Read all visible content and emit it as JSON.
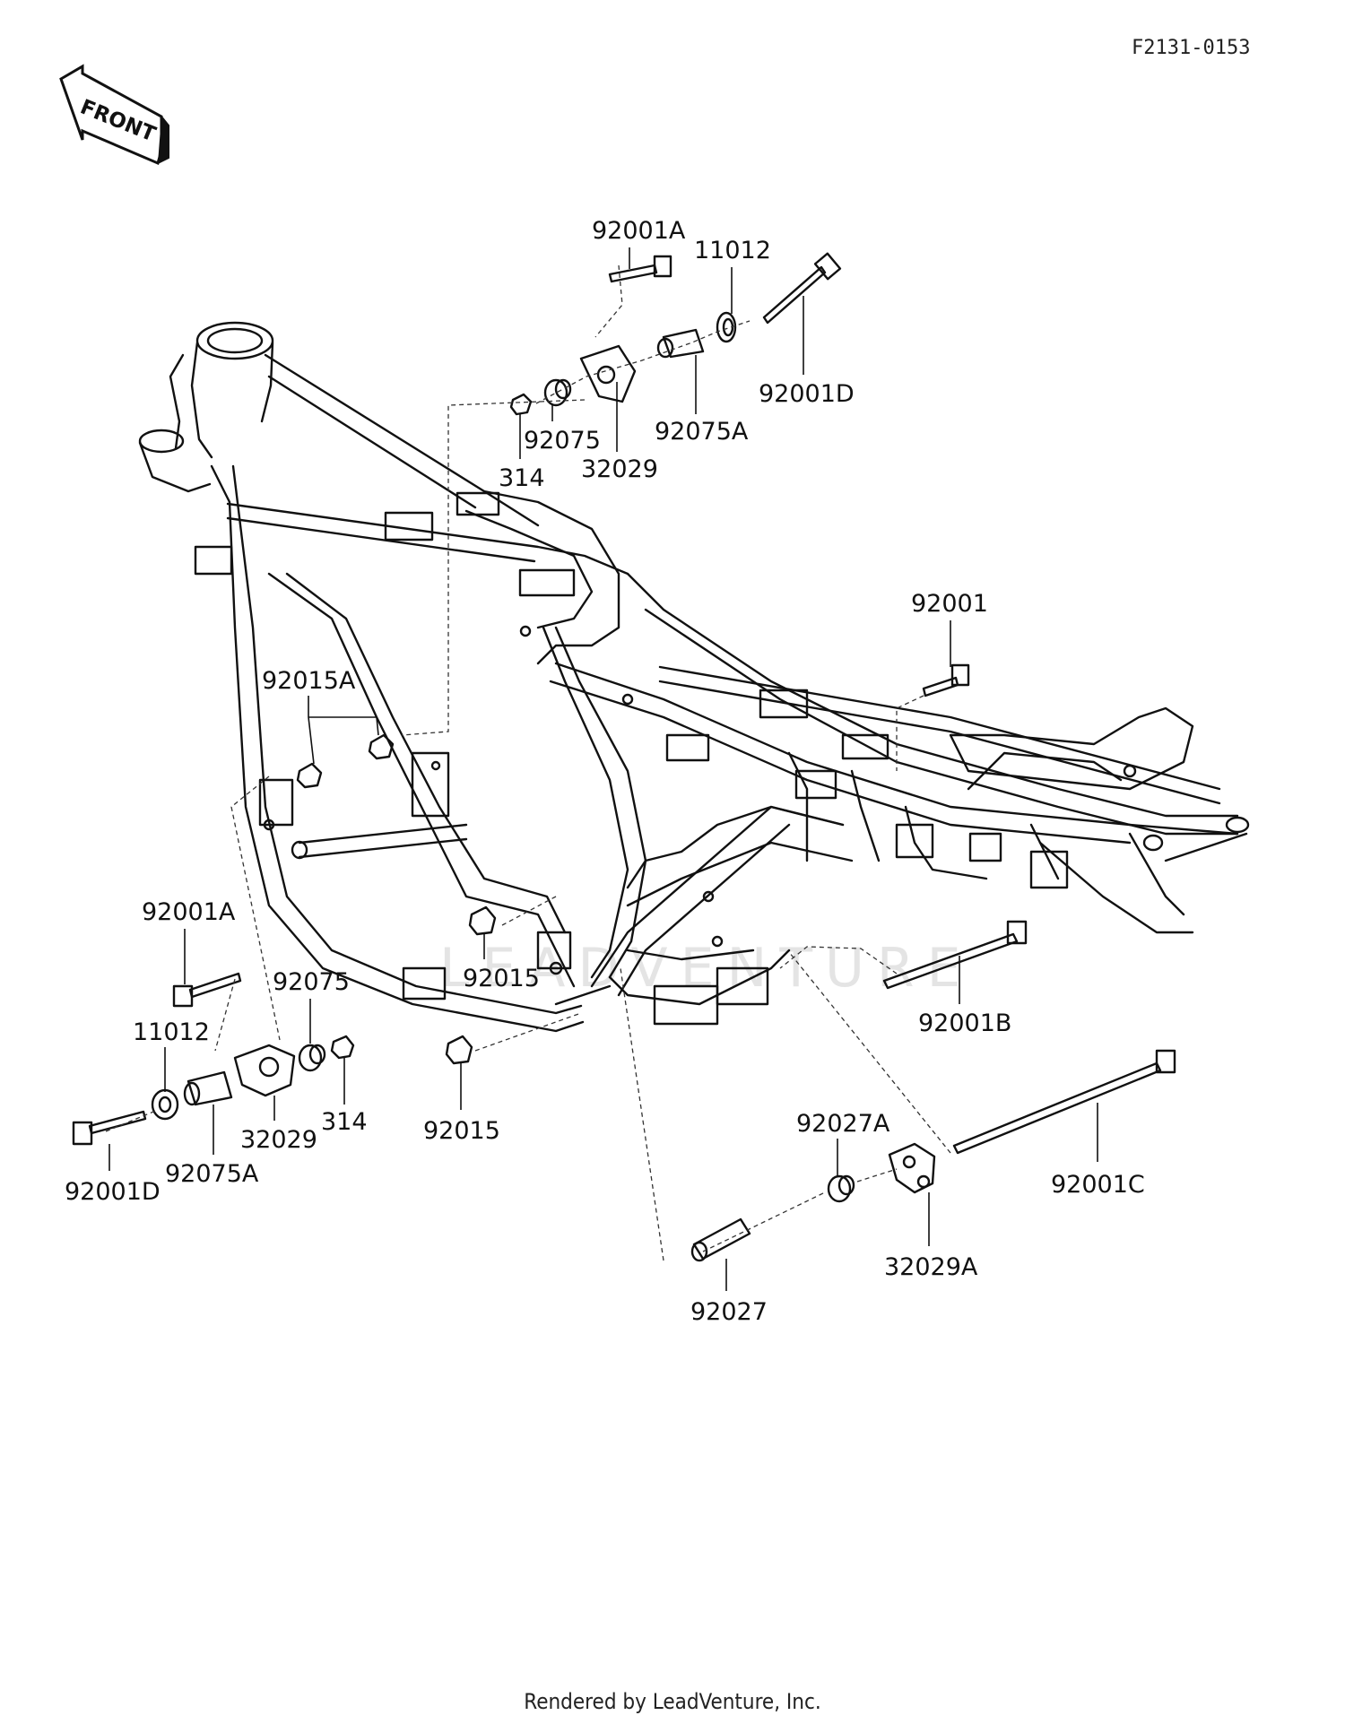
{
  "document": {
    "id": "F2131-0153",
    "front_label": "FRONT",
    "footer": "Rendered by LeadVenture, Inc.",
    "watermark": "LEADVENTURE"
  },
  "callouts": {
    "c92001A_top": "92001A",
    "c11012_top": "11012",
    "c92001D_top": "92001D",
    "c92075A_top": "92075A",
    "c92075_top": "92075",
    "c32029_top": "32029",
    "c314_top": "314",
    "c92001": "92001",
    "c92015A": "92015A",
    "c92015_mid": "92015",
    "c92001B": "92001B",
    "c92001A_left": "92001A",
    "c92075_left": "92075",
    "c11012_left": "11012",
    "c32029_left": "32029",
    "c314_left": "314",
    "c92001D_left": "92001D",
    "c92075A_left": "92075A",
    "c92015_low": "92015",
    "c92027A": "92027A",
    "c92001C": "92001C",
    "c32029A": "32029A",
    "c92027": "92027"
  }
}
